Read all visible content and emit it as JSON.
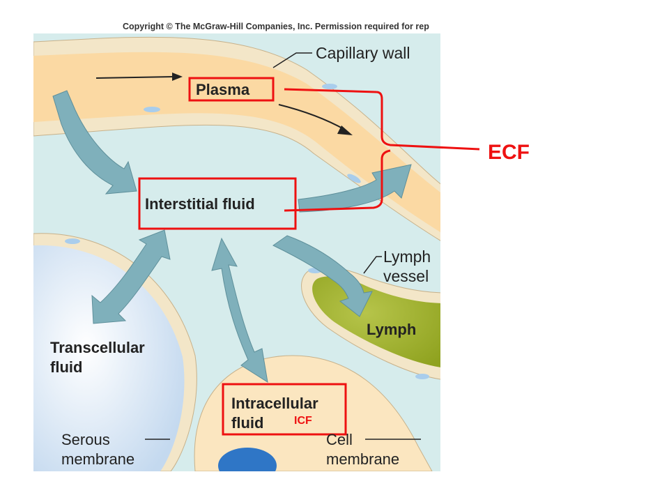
{
  "copyright": "Copyright © The McGraw-Hill Companies, Inc. Permission required for rep",
  "labels": {
    "capillary_wall": "Capillary wall",
    "plasma": "Plasma",
    "interstitial_fluid": "Interstitial fluid",
    "lymph_vessel_line1": "Lymph",
    "lymph_vessel_line2": "vessel",
    "lymph": "Lymph",
    "transcellular_line1": "Transcellular",
    "transcellular_line2": "fluid",
    "intracellular_line1": "Intracellular",
    "intracellular_line2": "fluid",
    "icf": "ICF",
    "serous_line1": "Serous",
    "serous_line2": "membrane",
    "cell_line1": "Cell",
    "cell_line2": "membrane",
    "ecf": "ECF"
  },
  "colors": {
    "background_panel": "#d6ecec",
    "capillary_fill": "#fbd9a3",
    "cell_fill": "#fbe6c0",
    "transcellular_fill": "#d2e3f3",
    "lymph_fill": "#a3b52b",
    "arrow_fill": "#7fb0bb",
    "highlight_red": "#ee1111",
    "nucleus": "#2f76c6"
  }
}
